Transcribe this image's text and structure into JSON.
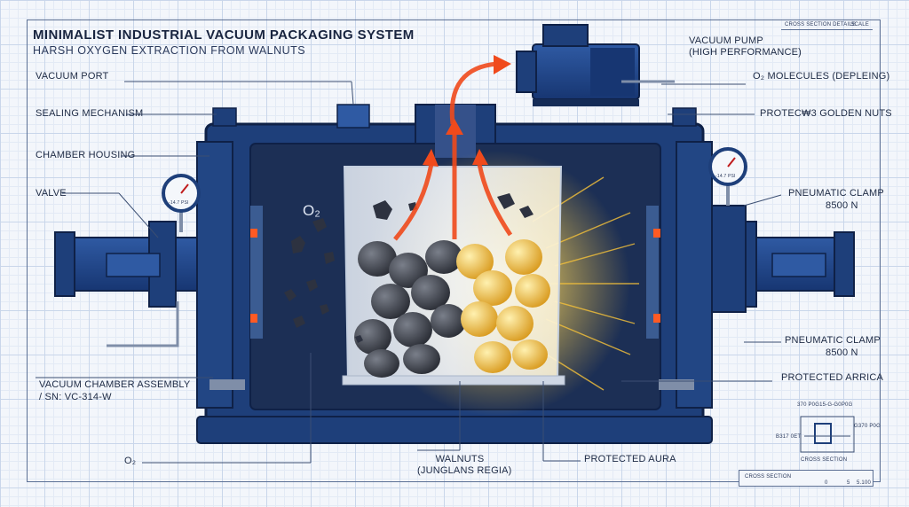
{
  "title": "MINIMALIST INDUSTRIAL VACUUM PACKAGING SYSTEM",
  "subtitle": "HARSH OXYGEN EXTRACTION FROM WALNUTS",
  "header_block": {
    "left": "CROSS SECTION DETAILS",
    "right": "SCALE"
  },
  "labels": {
    "vacuum_port": "VACUUM PORT",
    "sealing_mechanism": "SEALING MECHANISM",
    "chamber_housing": "CHAMBER HOUSING",
    "valve": "VALVE",
    "assembly_line1": "VACUUM CHAMBER ASSEMBLY",
    "assembly_line2": "/ SN: VC-314-W",
    "o2_bottom": "O₂",
    "walnuts_line1": "WALNUTS",
    "walnuts_line2": "(JUNGLANS REGIA)",
    "protected_aura": "PROTECTED AURA",
    "protected_arrica": "PROTECTED ARRICA",
    "pneumatic_clamp_upper": "PNEUMATIC CLAMP",
    "pneumatic_clamp_upper_force": "8500 N",
    "pneumatic_clamp_lower": "PNEUMATIC CLAMP",
    "pneumatic_clamp_lower_force": "8500 N",
    "protecting_nuts": "PROTEC₩3 GOLDEN NUTS",
    "o2_molecules": "O₂ MOLECULES (DEPLEING)",
    "vacuum_pump_line1": "VACUUM PUMP",
    "vacuum_pump_line2": "(HIGH PERFORMANCE)",
    "o2_chamber": "O₂",
    "gauge_left": "-14.7 PSI",
    "gauge_right": "-14.7 PSI"
  },
  "detail": {
    "top": "370 P0G15-G-G0P0G",
    "side_left": "B317 0ET",
    "side_right": "G370 P0G",
    "caption": "CROSS SECTION"
  },
  "scale_bar": {
    "label": "CROSS SECTION",
    "ticks": [
      "0",
      "5",
      "5.100"
    ]
  },
  "colors": {
    "steel": "#1e3f7a",
    "steel_dark": "#152c57",
    "chamber": "#1c2f55",
    "arrow": "#f04a1c",
    "glow": "#f6c23a",
    "grid": "#c9d6ea"
  }
}
